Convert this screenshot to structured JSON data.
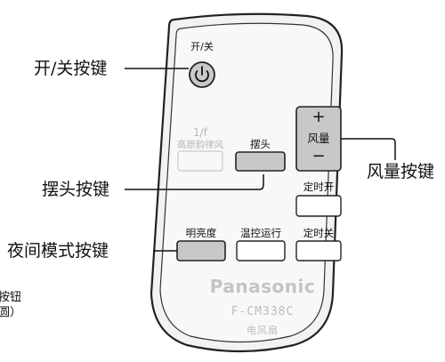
{
  "callouts": {
    "power": "开/关按键",
    "swing": "摆头按键",
    "night_mode": "夜间模式按键",
    "wind_speed": "风量按键",
    "cut_line_1": "按钮",
    "cut_line_2": "圆）"
  },
  "remote": {
    "power_label": "开/关",
    "faded_top": "1/f",
    "faded_bottom": "高原韵律风",
    "swing_label": "摆头",
    "plus": "+",
    "wind_label": "风量",
    "minus": "−",
    "timer_on_label": "定时开",
    "brightness_label": "明亮度",
    "temp_control_label": "温控运行",
    "timer_off_label": "定时关",
    "brand": "Panasonic",
    "model": "F-CM338C",
    "product": "电风扇"
  },
  "colors": {
    "gray_button": "#c8c8c8",
    "remote_body": "#f4f4f4",
    "outline": "#222222"
  }
}
